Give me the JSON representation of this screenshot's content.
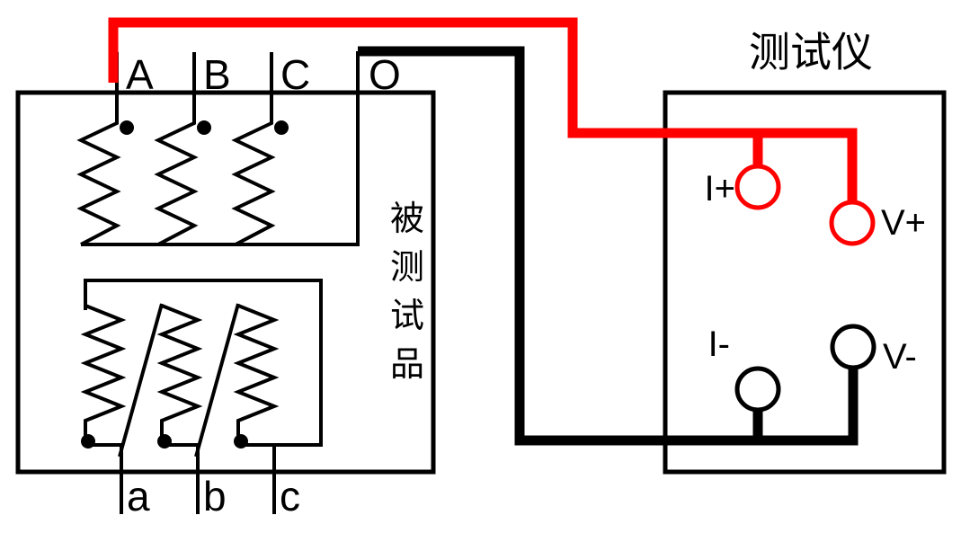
{
  "colors": {
    "red": "#ff0000",
    "black": "#000000"
  },
  "tester": {
    "title": "测试仪",
    "terminals": {
      "i_plus": "I+",
      "v_plus": "V+",
      "i_minus": "I-",
      "v_minus": "V-"
    }
  },
  "device": {
    "label": "被测试品",
    "label_chars": [
      "被",
      "测",
      "试",
      "品"
    ],
    "primary_terminals": [
      "A",
      "B",
      "C",
      "O"
    ],
    "secondary_terminals": [
      "a",
      "b",
      "c"
    ]
  }
}
